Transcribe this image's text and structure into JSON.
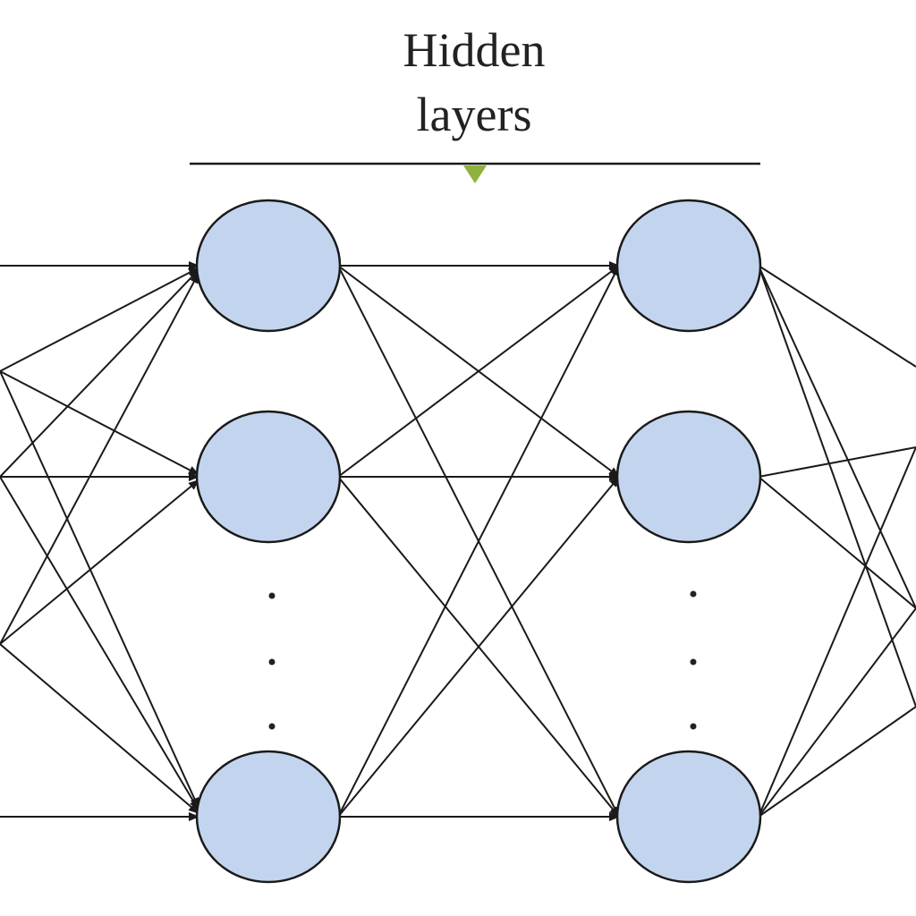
{
  "title": {
    "line1": "Hidden",
    "line2": "layers"
  },
  "colors": {
    "node_fill": "#c3d5ee",
    "stroke": "#1a1a1a",
    "marker": "#8fb13f"
  },
  "layers": [
    {
      "name": "hidden-layer-1",
      "visible_nodes": 3,
      "ellipsis": true
    },
    {
      "name": "hidden-layer-2",
      "visible_nodes": 3,
      "ellipsis": true
    }
  ]
}
